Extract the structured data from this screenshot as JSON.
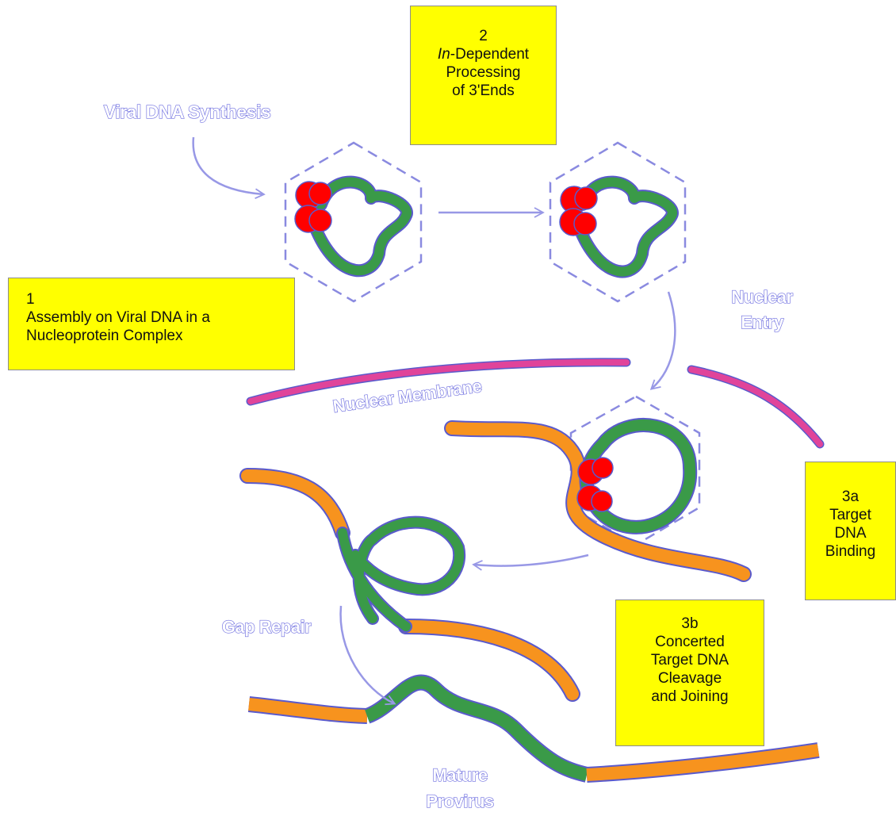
{
  "steps": {
    "step1": {
      "number": "1",
      "lines": [
        "Assembly on Viral DNA in a",
        "Nucleoprotein Complex"
      ]
    },
    "step2": {
      "number": "2",
      "italic_prefix": "In",
      "lines": [
        "-Dependent",
        "Processing",
        "of 3'Ends"
      ]
    },
    "step3a": {
      "number": "3a",
      "lines": [
        "Target",
        "DNA",
        "Binding"
      ]
    },
    "step3b": {
      "number": "3b",
      "lines": [
        "Concerted",
        "Target DNA",
        "Cleavage",
        "and Joining"
      ]
    }
  },
  "labels": {
    "viral_dna_synthesis": "Viral DNA Synthesis",
    "nuclear_entry": [
      "Nuclear",
      "Entry"
    ],
    "nuclear_membrane": "Nuclear Membrane",
    "gap_repair": "Gap Repair",
    "mature_provirus": [
      "Mature",
      "Provirus"
    ]
  },
  "colors": {
    "viral_dna": "#3a9a48",
    "target_dna": "#f7931e",
    "integrase": "#ff0000",
    "membrane": "#e0449a",
    "outline": "#5a5acc",
    "capsid_dash": "#8a8ae0",
    "arrow": "#9898e6",
    "box_fill": "#ffff00"
  }
}
